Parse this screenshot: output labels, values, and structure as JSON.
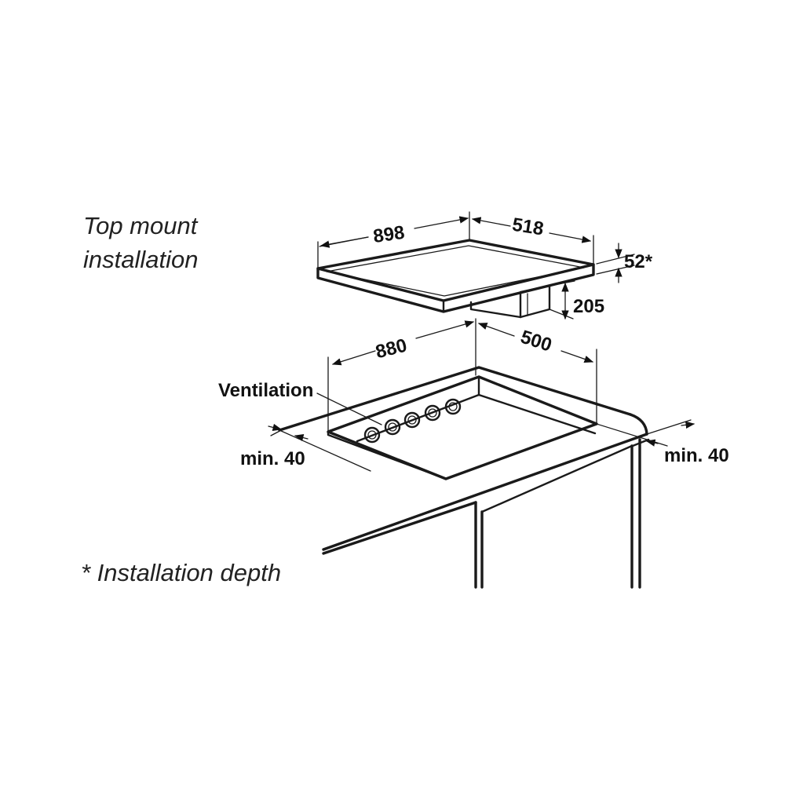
{
  "caption": {
    "line1": "Top mount",
    "line2": "installation",
    "footnote": "* Installation depth"
  },
  "hob": {
    "width": "898",
    "depth": "518",
    "installation_depth": "52*",
    "height_below": "205"
  },
  "cutout": {
    "width": "880",
    "depth": "500",
    "ventilation_label": "Ventilation",
    "min_front": "min. 40",
    "min_back": "min. 40"
  }
}
